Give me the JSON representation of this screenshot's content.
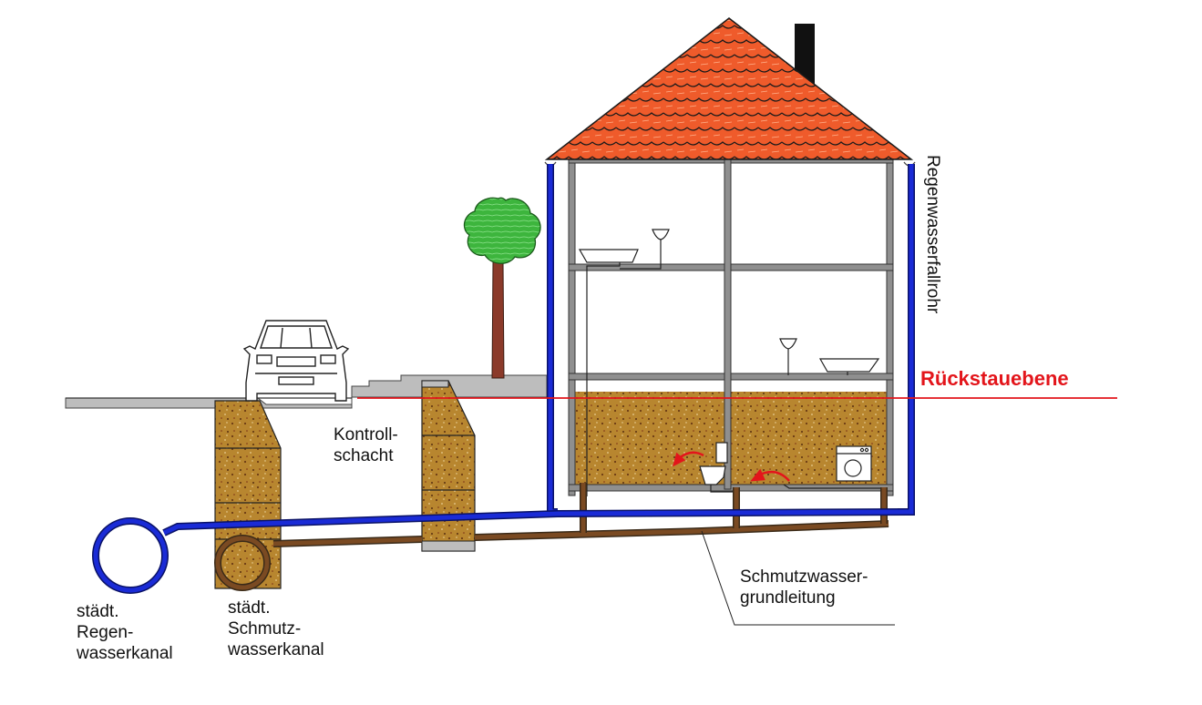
{
  "labels": {
    "rueckstauebene": "Rückstauebene",
    "regenwasserfallrohr": "Regenwasserfallrohr",
    "kontrollschacht_1": "Kontroll-",
    "kontrollschacht_2": "schacht",
    "schmutzwassergrundleitung_1": "Schmutzwasser-",
    "schmutzwassergrundleitung_2": "grundleitung",
    "regenwasserkanal_1": "städt.",
    "regenwasserkanal_2": "Regen-",
    "regenwasserkanal_3": "wasserkanal",
    "schmutzwasserkanal_1": "städt.",
    "schmutzwasserkanal_2": "Schmutz-",
    "schmutzwasserkanal_3": "wasserkanal"
  },
  "colors": {
    "rain_pipe": "#1a2bd6",
    "sewage_pipe": "#7a4a22",
    "backflow_line": "#e3151b",
    "roof_tile": "#ef5b2b",
    "soil": "#b8862f",
    "wall": "#8f8f8f",
    "tree_crown": "#3db53d",
    "tree_trunk": "#8b3a2a",
    "chimney": "#111111"
  },
  "icons": [
    "car-icon",
    "tree-icon",
    "washbasin-icon",
    "toilet-icon",
    "washing-machine-icon",
    "backflow-arrow-icon"
  ]
}
